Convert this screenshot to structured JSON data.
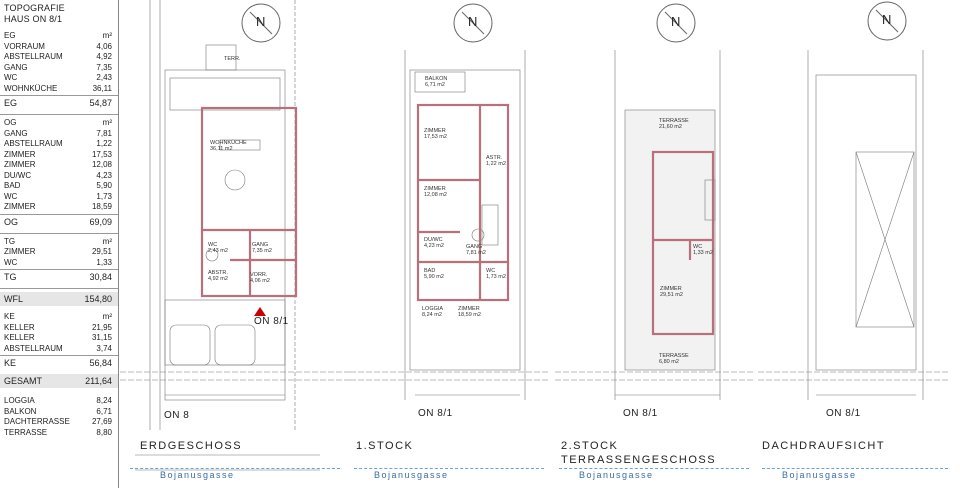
{
  "sidebar": {
    "title_line1": "TOPOGRAFIE",
    "title_line2": "HAUS ON 8/1",
    "unit": "m²",
    "groups": [
      {
        "header": "EG",
        "items": [
          {
            "label": "VORRAUM",
            "value": "4,06"
          },
          {
            "label": "ABSTELLRAUM",
            "value": "4,92"
          },
          {
            "label": "GANG",
            "value": "7,35"
          },
          {
            "label": "WC",
            "value": "2,43"
          },
          {
            "label": "WOHNKÜCHE",
            "value": "36,11"
          }
        ],
        "total_label": "EG",
        "total_value": "54,87"
      },
      {
        "header": "OG",
        "items": [
          {
            "label": "GANG",
            "value": "7,81"
          },
          {
            "label": "ABSTELLRAUM",
            "value": "1,22"
          },
          {
            "label": "ZIMMER",
            "value": "17,53"
          },
          {
            "label": "ZIMMER",
            "value": "12,08"
          },
          {
            "label": "DU/WC",
            "value": "4,23"
          },
          {
            "label": "BAD",
            "value": "5,90"
          },
          {
            "label": "WC",
            "value": "1,73"
          },
          {
            "label": "ZIMMER",
            "value": "18,59"
          }
        ],
        "total_label": "OG",
        "total_value": "69,09"
      },
      {
        "header": "TG",
        "items": [
          {
            "label": "ZIMMER",
            "value": "29,51"
          },
          {
            "label": "WC",
            "value": "1,33"
          }
        ],
        "total_label": "TG",
        "total_value": "30,84"
      }
    ],
    "wfl_label": "WFL",
    "wfl_value": "154,80",
    "ke_header": "KE",
    "ke_items": [
      {
        "label": "KELLER",
        "value": "21,95"
      },
      {
        "label": "KELLER",
        "value": "31,15"
      },
      {
        "label": "ABSTELLRAUM",
        "value": "3,74"
      }
    ],
    "ke_total_label": "KE",
    "ke_total_value": "56,84",
    "gesamt_label": "GESAMT",
    "gesamt_value": "211,64",
    "extra_items": [
      {
        "label": "LOGGIA",
        "value": "8,24"
      },
      {
        "label": "BALKON",
        "value": "6,71"
      },
      {
        "label": "DACHTERRASSE",
        "value": "27,69"
      },
      {
        "label": "TERRASSE",
        "value": "8,80"
      }
    ]
  },
  "sheets": [
    {
      "house": "ON 8",
      "house2": "ON 8/1",
      "floor": "ERDGESCHOSS",
      "street": "Bojanusgasse"
    },
    {
      "house": "ON 8/1",
      "floor": "1.STOCK",
      "street": "Bojanusgasse"
    },
    {
      "house": "ON 8/1",
      "floor": "2.STOCK",
      "floor2": "TERRASSENGESCHOSS",
      "street": "Bojanusgasse"
    },
    {
      "house": "ON 8/1",
      "floor": "DACHDRAUFSICHT",
      "street": "Bojanusgasse"
    }
  ],
  "rooms": {
    "eg": [
      {
        "name": "WOHNKÜCHE",
        "area": "36,11 m2"
      },
      {
        "name": "WC",
        "area": "2,43 m2"
      },
      {
        "name": "GANG",
        "area": "7,35 m2"
      },
      {
        "name": "ABSTR.",
        "area": "4,92 m2"
      },
      {
        "name": "VORR.",
        "area": "4,06 m2"
      },
      {
        "name": "TERR.",
        "area": ""
      }
    ],
    "og1": [
      {
        "name": "BALKON",
        "area": "6,71 m2"
      },
      {
        "name": "ZIMMER",
        "area": "17,53 m2"
      },
      {
        "name": "ASTR.",
        "area": "1,22 m2"
      },
      {
        "name": "ZIMMER",
        "area": "12,08 m2"
      },
      {
        "name": "DU/WC",
        "area": "4,23 m2"
      },
      {
        "name": "GANG",
        "area": "7,81 m2"
      },
      {
        "name": "BAD",
        "area": "5,90 m2"
      },
      {
        "name": "WC",
        "area": "1,73 m2"
      },
      {
        "name": "LOGGIA",
        "area": "8,24 m2"
      },
      {
        "name": "ZIMMER",
        "area": "18,59 m2"
      }
    ],
    "og2": [
      {
        "name": "TERRASSE",
        "area": "21,60 m2"
      },
      {
        "name": "WC",
        "area": "1,33 m2"
      },
      {
        "name": "ZIMMER",
        "area": "29,51 m2"
      },
      {
        "name": "TERRASSE",
        "area": "6,80 m2"
      }
    ]
  },
  "compass_letter": "N",
  "colors": {
    "wall": "#b8707a",
    "line": "#555555",
    "street": "#3a6ea5",
    "band": "#e6e6e6"
  }
}
